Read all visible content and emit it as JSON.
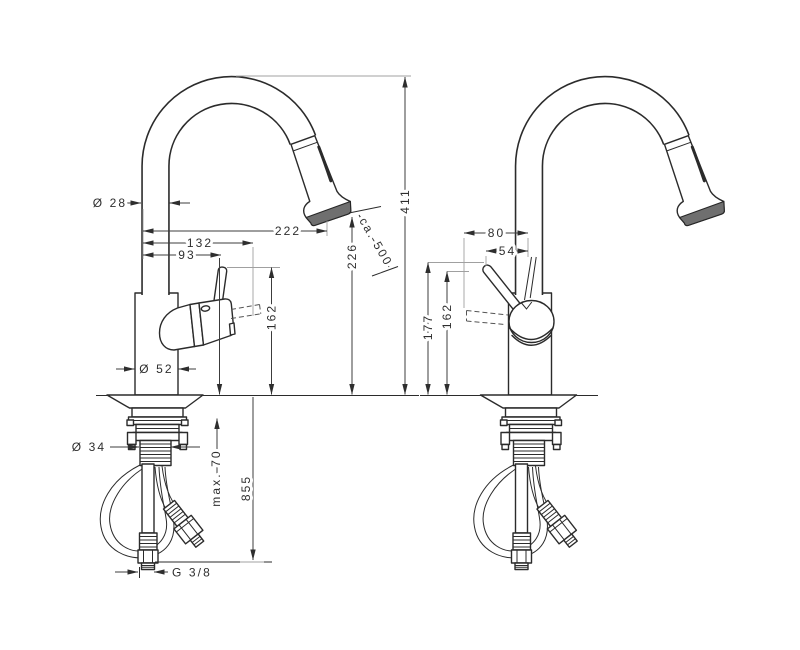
{
  "drawing": {
    "type": "technical-dimension-drawing",
    "subject": "kitchen-faucet-with-pullout-spray-two-views",
    "colors": {
      "background": "#ffffff",
      "line": "#2b2b2b",
      "label": "#2e2e2e",
      "extension_line": "#a0a0a0",
      "spray_face_shade": "#6f6f6f"
    },
    "left_view": {
      "labels": {
        "spout_diameter": "Ø 28",
        "spout_reach": "222",
        "handle_reach": "132",
        "lever_offset": "93",
        "lever_height": "162",
        "outlet_height": "226",
        "total_height": "411",
        "pullout_length": "ca. 500",
        "body_diameter": "Ø 52",
        "shank_diameter": "Ø 34",
        "max_counter_thickness": "max. 70",
        "hose_length": "855",
        "connection_thread": "G 3/8"
      }
    },
    "right_view": {
      "labels": {
        "handle_swing": "80",
        "lever_projection": "54",
        "lever_top_height": "177",
        "body_height": "162"
      }
    }
  }
}
